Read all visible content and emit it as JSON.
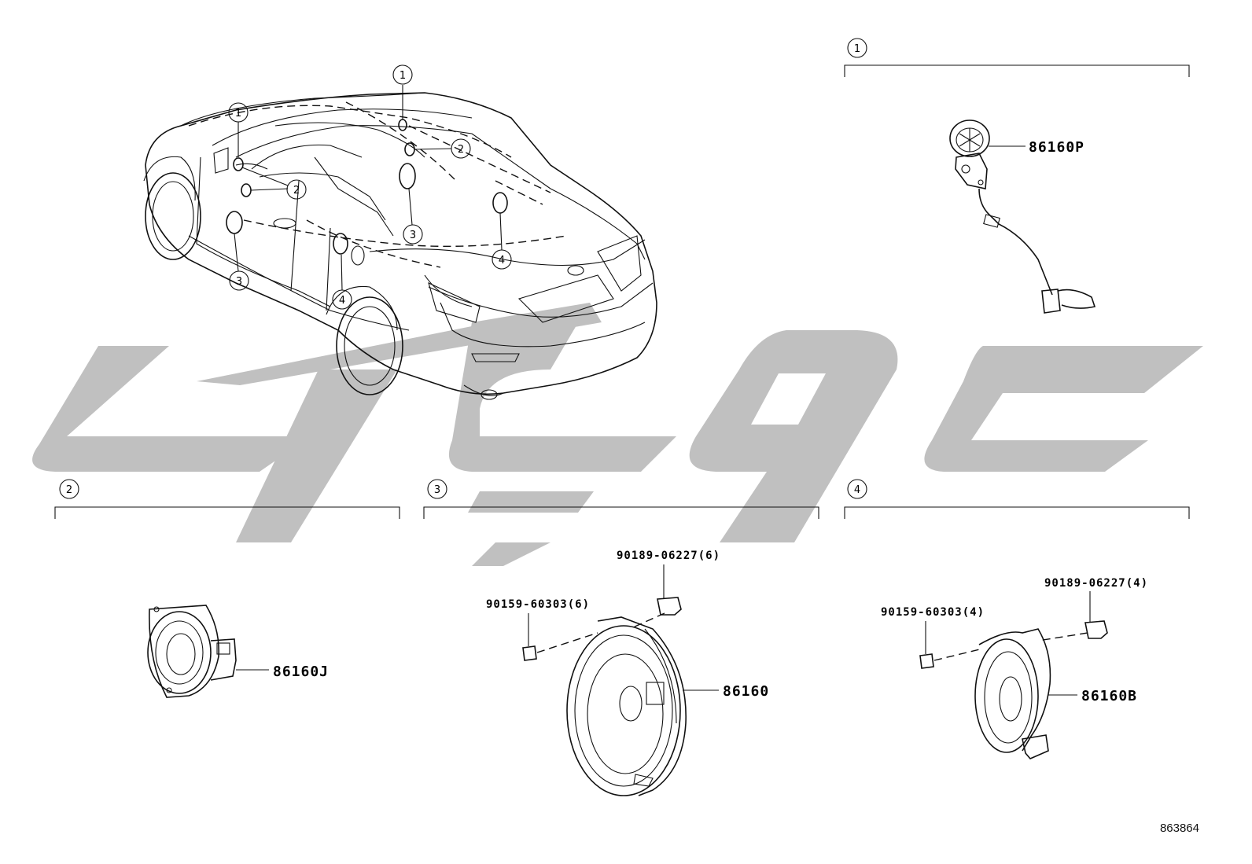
{
  "markers": {
    "one": "1",
    "two": "2",
    "three": "3",
    "four": "4"
  },
  "sections": [
    {
      "marker": "1",
      "parts": [
        "86160P"
      ]
    },
    {
      "marker": "2",
      "parts": [
        "86160J"
      ]
    },
    {
      "marker": "3",
      "parts": [
        "90189-06227(6)",
        "90159-60303(6)",
        "86160"
      ]
    },
    {
      "marker": "4",
      "parts": [
        "90189-06227(4)",
        "90159-60303(4)",
        "86160B"
      ]
    }
  ],
  "labels": {
    "p86160P": "86160P",
    "p86160J": "86160J",
    "p86160": "86160",
    "p86160B": "86160B",
    "s3_clip": "90189-06227(6)",
    "s3_screw": "90159-60303(6)",
    "s4_clip": "90189-06227(4)",
    "s4_screw": "90159-60303(4)"
  },
  "reference_number": "863864",
  "colors": {
    "line": "#111111",
    "watermark": "#bdbdbd",
    "background": "#ffffff"
  }
}
